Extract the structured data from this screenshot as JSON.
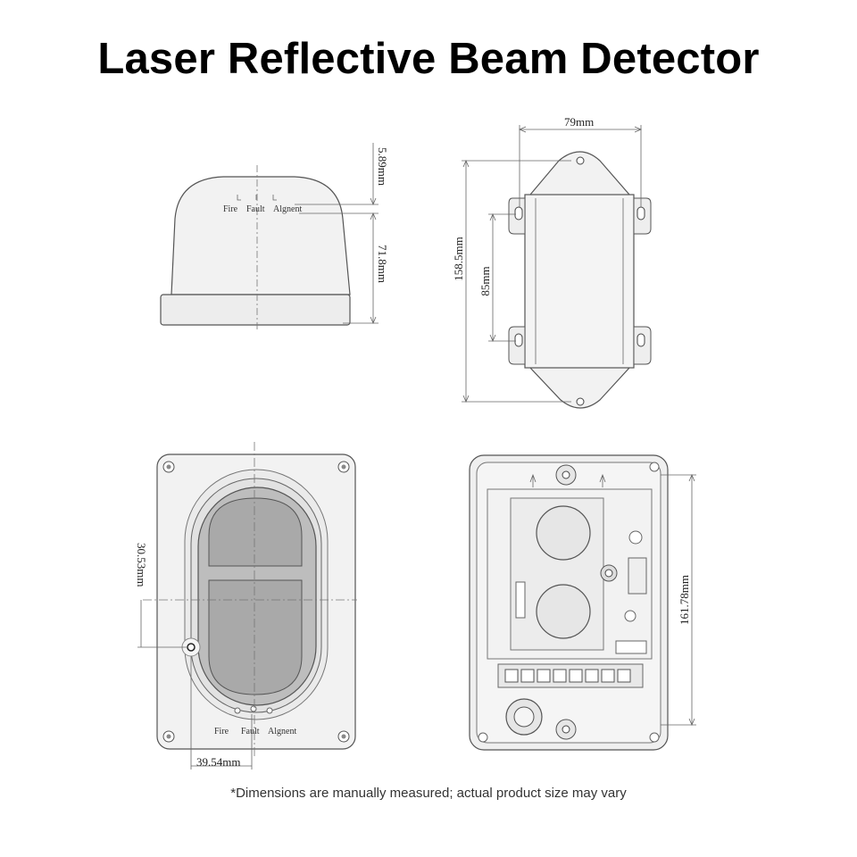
{
  "title": "Laser Reflective Beam Detector",
  "footnote": "*Dimensions are manually measured; actual product size may vary",
  "side_view": {
    "dims": {
      "top": "5.89mm",
      "body": "71.8mm"
    },
    "indicators": [
      "Fire",
      "Fault",
      "Algnent"
    ]
  },
  "back_view": {
    "dims": {
      "width": "79mm",
      "height": "158.5mm",
      "hole_spacing": "85mm"
    }
  },
  "front_view": {
    "dims": {
      "vertical": "30.53mm",
      "horizontal": "39.54mm"
    },
    "indicators": [
      "Fire",
      "Fault",
      "Algnent"
    ]
  },
  "inside_view": {
    "dims": {
      "height": "161.78mm"
    }
  },
  "colors": {
    "body_fill": "#f2f2f2",
    "outline": "#555555",
    "lens_fill": "#bdbdbd"
  }
}
